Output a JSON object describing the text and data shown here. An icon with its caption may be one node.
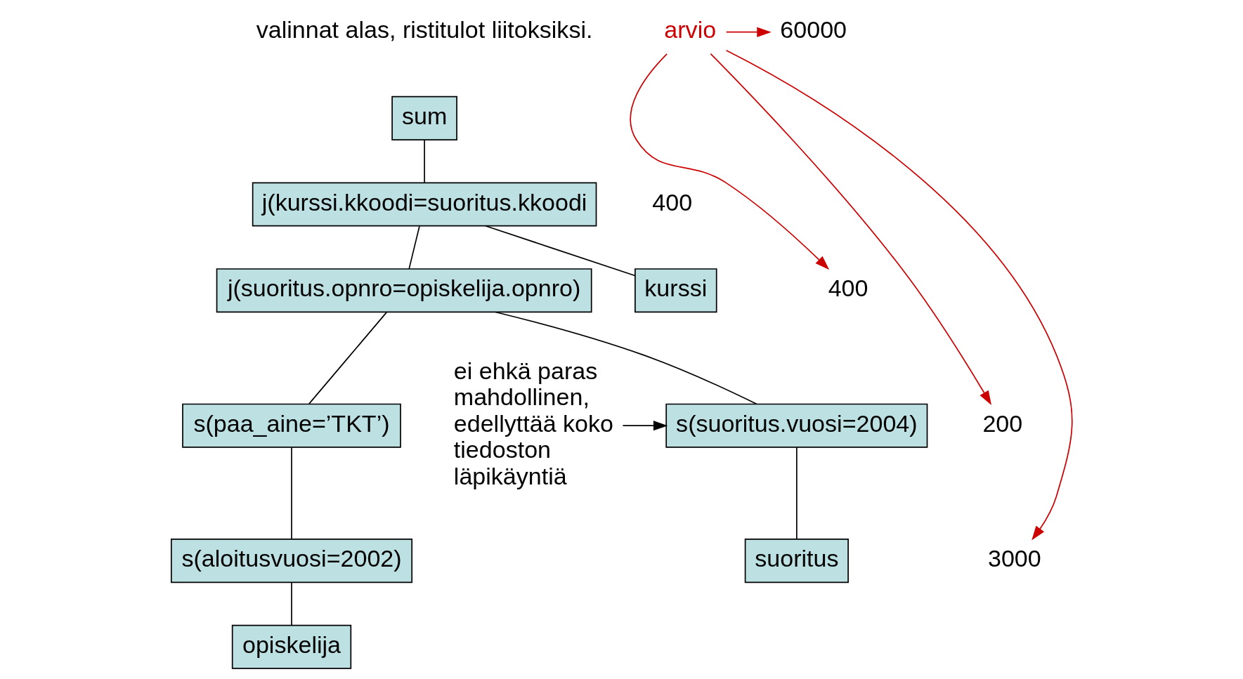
{
  "diagram": {
    "nodes": [
      {
        "text": [
          "sum"
        ]
      },
      {
        "text": [
          "j(kurssi.kkoodi=suoritus.kkoodi"
        ],
        "beside": [
          "400"
        ]
      },
      {
        "text": [
          "j(suoritus.opnro=opiskelija.opnro)"
        ]
      },
      {
        "text": [
          "kurssi"
        ]
      },
      {
        "text": [
          "s(paa_aine=’TKT’)"
        ]
      },
      {
        "text": [
          "s(aloitusvuosi=2002)"
        ]
      },
      {
        "text": [
          "opiskelija"
        ]
      },
      {
        "text": [
          "s(suoritus.vuosi=2004)"
        ]
      },
      {
        "text": [
          "suoritus"
        ]
      },
      {
        "text": [
          "arvio"
        ]
      },
      {
        "text": [
          "400"
        ]
      },
      {
        "text": [
          "200"
        ]
      },
      {
        "text": [
          "3000"
        ]
      },
      {
        "text": [
          "60000"
        ]
      },
      {
        "text": [
          "ei ehkä paras mahdollinen, edellyttää koko tiedoston läpikäyntiä"
        ]
      }
    ],
    "edges": [
      {
        "from": 0,
        "to": 1,
        "arrow": "none"
      },
      {
        "from": 1,
        "to": 2,
        "arrow": "none"
      },
      {
        "from": 1,
        "to": 3,
        "arrow": "none"
      },
      {
        "from": 2,
        "to": 4,
        "arrow": "none"
      },
      {
        "from": 2,
        "to": 7,
        "arrow": "none"
      },
      {
        "from": 4,
        "to": 5,
        "arrow": "none"
      },
      {
        "from": 5,
        "to": 6,
        "arrow": "none"
      },
      {
        "from": 7,
        "to": 8,
        "arrow": "none"
      },
      {
        "from": 9,
        "to": 11,
        "arrow": "to",
        "color": "#cc0000"
      },
      {
        "from": 9,
        "to": 12,
        "arrow": "to",
        "color": "#cc0000"
      },
      {
        "from": 9,
        "to": 10,
        "arrow": "to",
        "color": "#cc0000"
      },
      {
        "from": 9,
        "to": 13,
        "arrow": "to",
        "color": "#cc0000"
      },
      {
        "from": 14,
        "to": 7,
        "arrow": "to"
      }
    ],
    "labels": [
      "valinnat alas, ristitulot liitoksiksi."
    ]
  }
}
